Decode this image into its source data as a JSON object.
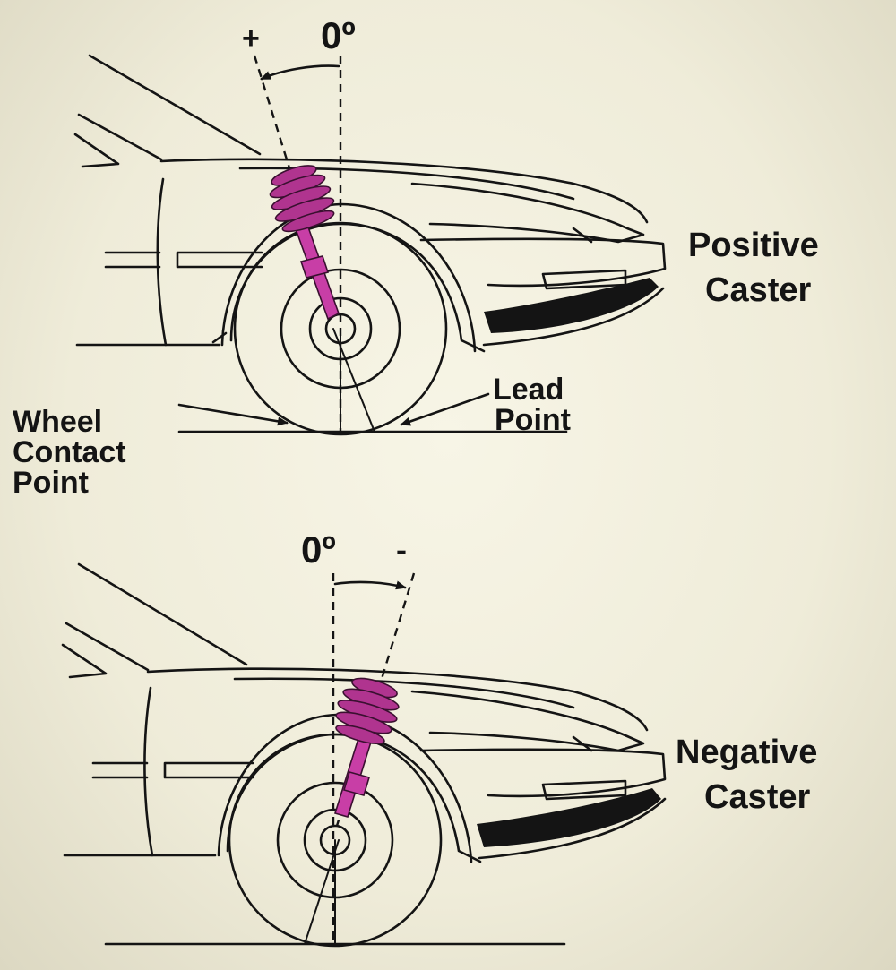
{
  "top_diagram": {
    "plus_sign": "+",
    "zero_angle": "0º",
    "title_line1": "Positive",
    "title_line2": "Caster",
    "lead_point_line1": "Lead",
    "lead_point_line2": "Point",
    "contact_line1": "Wheel",
    "contact_line2": "Contact",
    "contact_line3": "Point"
  },
  "bottom_diagram": {
    "zero_angle": "0º",
    "minus_sign": "-",
    "title_line1": "Negative",
    "title_line2": "Caster"
  },
  "colors": {
    "spring": "#b0348f",
    "strut": "#c83ea6",
    "ink": "#141414",
    "paper": "#f1efdf"
  }
}
